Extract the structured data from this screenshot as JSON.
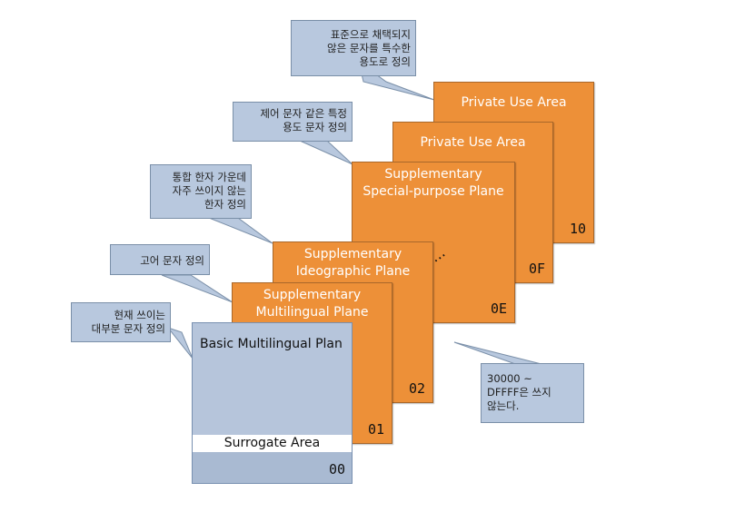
{
  "planes": {
    "p10": {
      "title": "Private Use Area",
      "number": "10"
    },
    "p0f": {
      "title": "Private Use Area",
      "number": "0F"
    },
    "p0e": {
      "title_line1": "Supplementary",
      "title_line2": "Special-purpose Plane",
      "number": "0E"
    },
    "p02": {
      "title_line1": "Supplementary",
      "title_line2": "Ideographic Plane",
      "number": "02"
    },
    "p01": {
      "title_line1": "Supplementary",
      "title_line2": "Multilingual Plane",
      "number": "01"
    },
    "p00": {
      "title": "Basic Multilingual Plan",
      "surrogate": "Surrogate Area",
      "number": "00"
    }
  },
  "ellipsis": "...",
  "callouts": {
    "private_use": [
      "표준으로 채택되지",
      "않은 문자를 특수한",
      "용도로 정의"
    ],
    "special_purpose": [
      "제어 문자 같은 특정",
      "용도 문자 정의"
    ],
    "ideographic": [
      "통합 한자 가운데",
      "자주 쓰이지 않는",
      "한자 정의"
    ],
    "multilingual": [
      "고어 문자 정의"
    ],
    "basic": [
      "현재 쓰이는",
      "대부분 문자 정의"
    ],
    "unused": [
      "30000 ~",
      "DFFFF은 쓰지",
      "않는다."
    ]
  },
  "colors": {
    "plane_fill": "#ed9038",
    "bmp_fill": "#b6c5db",
    "callout_fill": "#b8c8de"
  }
}
